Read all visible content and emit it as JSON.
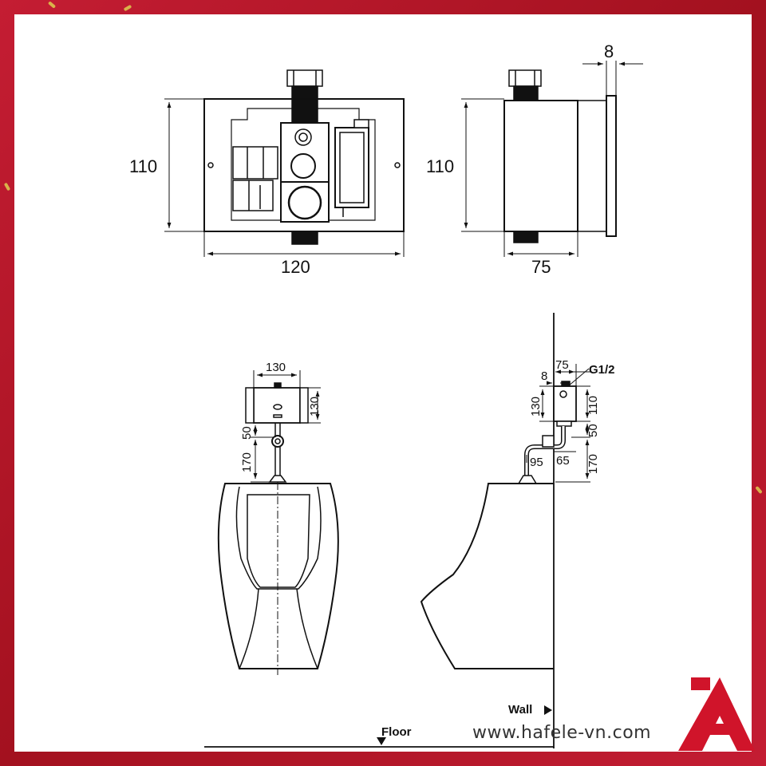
{
  "top_front": {
    "height_label": "110",
    "width_label": "120"
  },
  "top_side": {
    "height_label": "110",
    "depth_label": "75",
    "plate_label": "8"
  },
  "front_install": {
    "box_width_label": "130",
    "box_height_label": "130",
    "gap_label": "50",
    "pipe_label": "170"
  },
  "side_install": {
    "depth_label": "75",
    "plate_label": "8",
    "thread_label": "G1/2",
    "box_height_left_label": "130",
    "box_height_right_label": "110",
    "gap_label": "50",
    "offset_label": "65",
    "projection_label": "95",
    "pipe_label": "170",
    "wall_label": "Wall",
    "floor_label": "Floor"
  },
  "watermark": "www.hafele-vn.com",
  "colors": {
    "background": "#b5162b",
    "paper": "#ffffff",
    "ink": "#111111",
    "logo": "#d0142a"
  }
}
